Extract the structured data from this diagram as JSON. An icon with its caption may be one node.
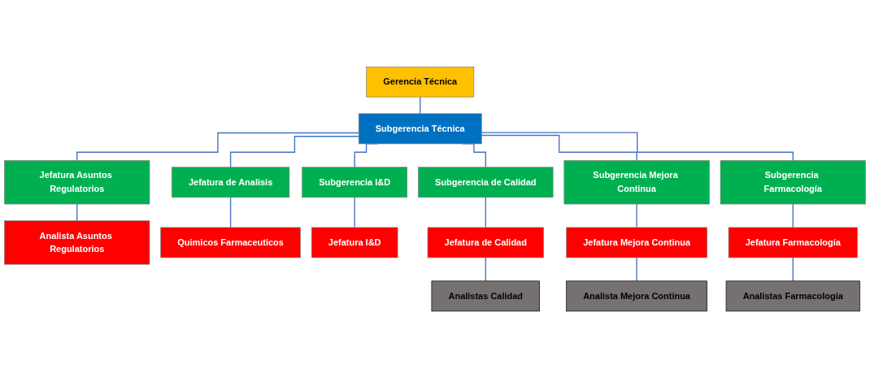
{
  "diagram": {
    "nodes": [
      {
        "text": [
          "Gerencia Técnica"
        ]
      },
      {
        "text": [
          "Subgerencia Técnica"
        ]
      },
      {
        "text": [
          "Jefatura Asuntos Regulatorios"
        ]
      },
      {
        "text": [
          "Jefatura de Analisis"
        ]
      },
      {
        "text": [
          "Subgerencia I&D"
        ]
      },
      {
        "text": [
          "Subgerencia de Calidad"
        ]
      },
      {
        "text": [
          "Subgerencia Mejora Continua"
        ]
      },
      {
        "text": [
          "Subgerencia Farmacología"
        ]
      },
      {
        "text": [
          "Analista Asuntos Regulatorios"
        ]
      },
      {
        "text": [
          "Quimicos Farmaceuticos"
        ]
      },
      {
        "text": [
          "Jefatura I&D"
        ]
      },
      {
        "text": [
          "Jefatura de Calidad"
        ]
      },
      {
        "text": [
          "Jefatura Mejora Continua"
        ]
      },
      {
        "text": [
          "Jefatura Farmacología"
        ]
      },
      {
        "text": [
          "Analistas Calidad"
        ]
      },
      {
        "text": [
          "Analista Mejora Continua"
        ]
      },
      {
        "text": [
          "Analistas Farmacología"
        ]
      }
    ],
    "edges": [
      {
        "from": 0,
        "to": 1,
        "arrow": "none"
      },
      {
        "from": 1,
        "to": 2,
        "arrow": "none"
      },
      {
        "from": 1,
        "to": 3,
        "arrow": "none"
      },
      {
        "from": 1,
        "to": 4,
        "arrow": "none"
      },
      {
        "from": 1,
        "to": 5,
        "arrow": "none"
      },
      {
        "from": 1,
        "to": 6,
        "arrow": "none"
      },
      {
        "from": 1,
        "to": 7,
        "arrow": "none"
      },
      {
        "from": 2,
        "to": 8,
        "arrow": "none"
      },
      {
        "from": 3,
        "to": 9,
        "arrow": "none"
      },
      {
        "from": 4,
        "to": 10,
        "arrow": "none"
      },
      {
        "from": 5,
        "to": 11,
        "arrow": "none"
      },
      {
        "from": 6,
        "to": 12,
        "arrow": "none"
      },
      {
        "from": 7,
        "to": 13,
        "arrow": "none"
      },
      {
        "from": 11,
        "to": 14,
        "arrow": "none"
      },
      {
        "from": 12,
        "to": 15,
        "arrow": "none"
      },
      {
        "from": 13,
        "to": 16,
        "arrow": "none"
      }
    ]
  }
}
